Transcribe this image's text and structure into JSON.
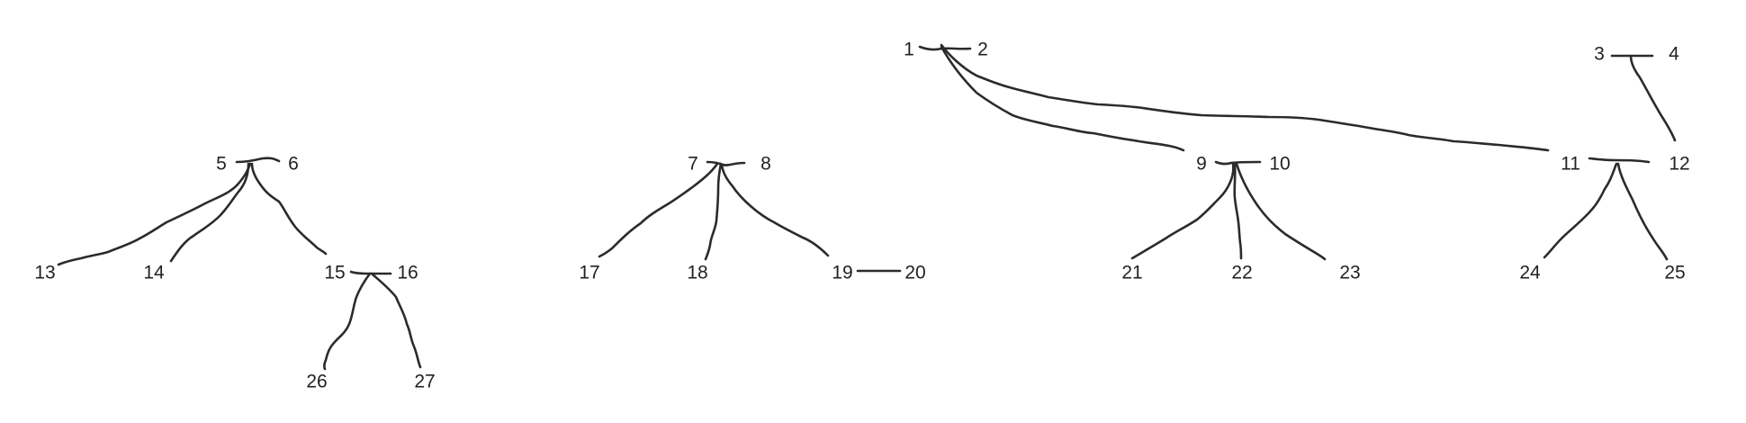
{
  "nodes": [
    {
      "id": "1",
      "label": "1"
    },
    {
      "id": "2",
      "label": "2"
    },
    {
      "id": "3",
      "label": "3"
    },
    {
      "id": "4",
      "label": "4"
    },
    {
      "id": "5",
      "label": "5"
    },
    {
      "id": "6",
      "label": "6"
    },
    {
      "id": "7",
      "label": "7"
    },
    {
      "id": "8",
      "label": "8"
    },
    {
      "id": "9",
      "label": "9"
    },
    {
      "id": "10",
      "label": "10"
    },
    {
      "id": "11",
      "label": "11"
    },
    {
      "id": "12",
      "label": "12"
    },
    {
      "id": "13",
      "label": "13"
    },
    {
      "id": "14",
      "label": "14"
    },
    {
      "id": "15",
      "label": "15"
    },
    {
      "id": "16",
      "label": "16"
    },
    {
      "id": "17",
      "label": "17"
    },
    {
      "id": "18",
      "label": "18"
    },
    {
      "id": "19",
      "label": "19"
    },
    {
      "id": "20",
      "label": "20"
    },
    {
      "id": "21",
      "label": "21"
    },
    {
      "id": "22",
      "label": "22"
    },
    {
      "id": "23",
      "label": "23"
    },
    {
      "id": "24",
      "label": "24"
    },
    {
      "id": "25",
      "label": "25"
    },
    {
      "id": "26",
      "label": "26"
    },
    {
      "id": "27",
      "label": "27"
    }
  ],
  "edges": [
    {
      "from": "1",
      "to": "2"
    },
    {
      "from": "3",
      "to": "4"
    },
    {
      "from": "5",
      "to": "6"
    },
    {
      "from": "7",
      "to": "8"
    },
    {
      "from": "9",
      "to": "10"
    },
    {
      "from": "11",
      "to": "12"
    },
    {
      "from": "15",
      "to": "16"
    },
    {
      "from": "19",
      "to": "20"
    },
    {
      "from": "1-2",
      "to": "5-6"
    },
    {
      "from": "1-2",
      "to": "7-8"
    },
    {
      "from": "1-2",
      "to": "9-10"
    },
    {
      "from": "1-2",
      "to": "11-12"
    },
    {
      "from": "3-4",
      "to": "12"
    },
    {
      "from": "5-6",
      "to": "13"
    },
    {
      "from": "5-6",
      "to": "14"
    },
    {
      "from": "5-6",
      "to": "15-16"
    },
    {
      "from": "7-8",
      "to": "17"
    },
    {
      "from": "7-8",
      "to": "18"
    },
    {
      "from": "7-8",
      "to": "19"
    },
    {
      "from": "9-10",
      "to": "21"
    },
    {
      "from": "9-10",
      "to": "22"
    },
    {
      "from": "9-10",
      "to": "23"
    },
    {
      "from": "11-12",
      "to": "24"
    },
    {
      "from": "11-12",
      "to": "25"
    },
    {
      "from": "15-16",
      "to": "26"
    },
    {
      "from": "15-16",
      "to": "27"
    }
  ]
}
